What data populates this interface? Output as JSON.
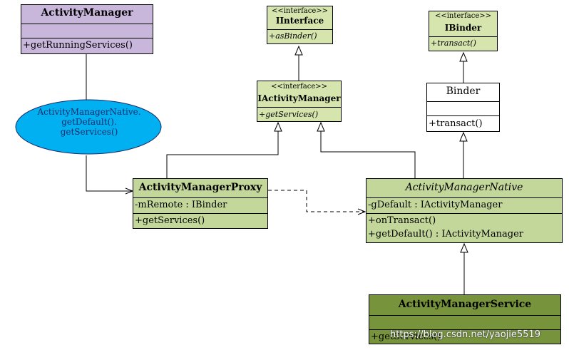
{
  "colors": {
    "activity_manager_fill": "#C8B6DB",
    "interface_fill": "#D6E5AE",
    "native_fill": "#C4D79B",
    "service_fill": "#77933C",
    "ellipse_fill": "#00B0F0",
    "binder_fill": "#FFFFFF"
  },
  "classes": {
    "activity_manager": {
      "name": "ActivityManager",
      "ops": [
        "+getRunningServices()"
      ]
    },
    "iinterface": {
      "stereotype": "<<interface>>",
      "name": "IInterface",
      "ops": [
        "+asBinder()"
      ]
    },
    "ibinder": {
      "stereotype": "<<interface>>",
      "name": "IBinder",
      "ops": [
        "+transact()"
      ]
    },
    "iactivity_manager": {
      "stereotype": "<<interface>>",
      "name": "IActivityManager",
      "ops": [
        "+getServices()"
      ]
    },
    "binder": {
      "name": "Binder",
      "ops": [
        "+transact()"
      ]
    },
    "proxy": {
      "name": "ActivityManagerProxy",
      "attrs": [
        "-mRemote : IBinder"
      ],
      "ops": [
        "+getServices()"
      ]
    },
    "native": {
      "name": "ActivityManagerNative",
      "attrs": [
        "-gDefault : IActivityManager"
      ],
      "ops": [
        "+onTransact()",
        "+getDefault() : IActivityManager"
      ]
    },
    "service": {
      "name": "ActivityManagerService",
      "ops": [
        "+getServices()"
      ]
    }
  },
  "note": {
    "lines": [
      "ActivityManagerNative.",
      "getDefault().",
      "getServices()"
    ]
  },
  "watermark": "https://blog.csdn.net/yaojie5519"
}
